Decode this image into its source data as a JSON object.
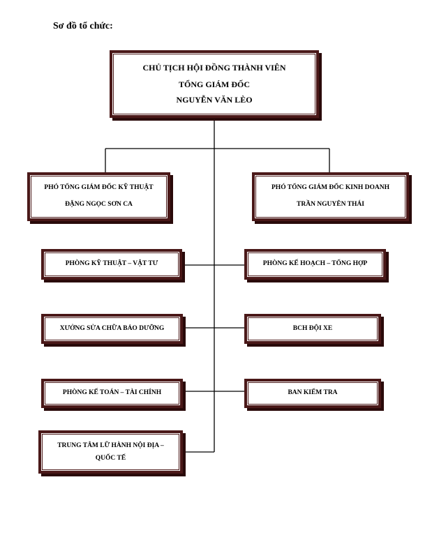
{
  "heading": "Sơ đồ tổ chức:",
  "chairman": {
    "line1": "CHỦ TỊCH HỘI ĐỒNG THÀNH VIÊN",
    "line2": "TỔNG GIÁM ĐỐC",
    "line3": "NGUYỄN VĂN LÈO"
  },
  "deputy_technical": {
    "title": "PHÓ TỔNG GIÁM ĐỐC KỸ THUẬT",
    "name": "ĐẶNG NGỌC SƠN CA"
  },
  "deputy_business": {
    "title": "PHÓ TỔNG GIÁM ĐỐC KINH DOANH",
    "name": "TRẦN NGUYÊN THÁI"
  },
  "departments": {
    "technical_supplies": "PHÒNG KỸ THUẬT – VẬT TƯ",
    "planning_general": "PHÒNG KẾ HOẠCH – TỔNG HỢP",
    "repair_workshop": "XƯỞNG SỬA CHỮA BẢO DƯỠNG",
    "fleet_command": "BCH ĐỘI XE",
    "accounting_finance": "PHÒNG KẾ TOÁN – TÀI CHÍNH",
    "inspection_board": "BAN KIỂM TRA",
    "travel_center": "TRUNG TÂM LỮ HÀNH NỘI ĐỊA – QUỐC TẾ"
  }
}
